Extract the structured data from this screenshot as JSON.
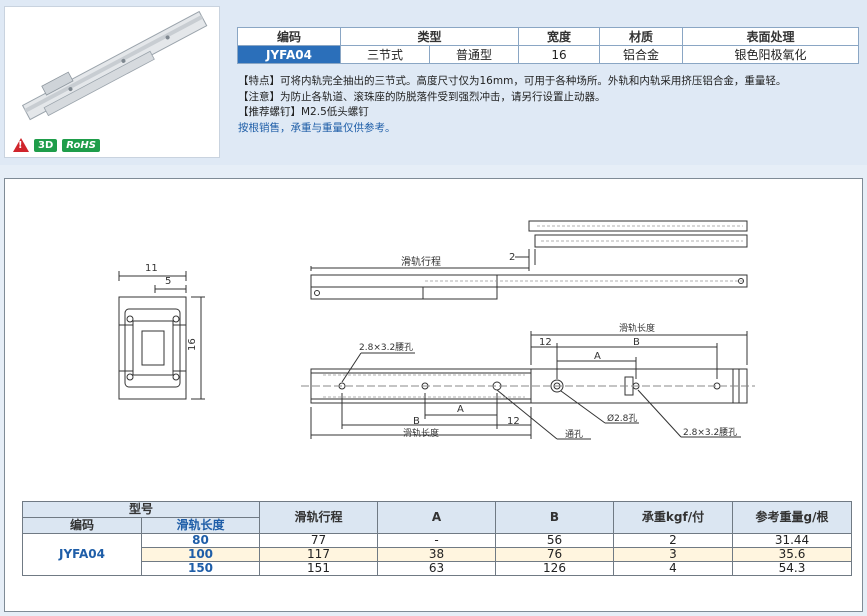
{
  "spec": {
    "headers": {
      "code": "编码",
      "type": "类型",
      "width": "宽度",
      "material": "材质",
      "finish": "表面处理"
    },
    "values": {
      "code": "JYFA04",
      "type1": "三节式",
      "type2": "普通型",
      "width": "16",
      "material": "铝合金",
      "finish": "银色阳极氧化"
    }
  },
  "badges": {
    "warn": "!",
    "three_d": "3D",
    "rohs": "RoHS"
  },
  "notes": {
    "feature": "【特点】可将内轨完全抽出的三节式。高度尺寸仅为16mm，可用于各种场所。外轨和内轨采用挤压铝合金，重量轻。",
    "caution": "【注意】为防止各轨道、滚珠座的防脱落件受到强烈冲击，请另行设置止动器。",
    "screw": "【推荐螺钉】M2.5低头螺钉",
    "sale": "按根销售，承重与重量仅供参考。"
  },
  "drawing": {
    "dim_11": "11",
    "dim_5": "5",
    "dim_16": "16",
    "travel": "滑轨行程",
    "dim_2": "2",
    "slide_len": "滑轨长度",
    "dim_12": "12",
    "dim_b": "B",
    "dim_a": "A",
    "slot": "2.8×3.2腰孔",
    "through": "通孔",
    "hole": "Ø2.8孔",
    "slot2": "2.8×3.2腰孔"
  },
  "table": {
    "headers": {
      "model": "型号",
      "code": "编码",
      "length": "滑轨长度",
      "travel": "滑轨行程",
      "a": "A",
      "b": "B",
      "load": "承重kgf/付",
      "weight": "参考重量g/根"
    },
    "code": "JYFA04",
    "rows": [
      {
        "length": "80",
        "travel": "77",
        "a": "-",
        "b": "56",
        "load": "2",
        "weight": "31.44"
      },
      {
        "length": "100",
        "travel": "117",
        "a": "38",
        "b": "76",
        "load": "3",
        "weight": "35.6"
      },
      {
        "length": "150",
        "travel": "151",
        "a": "63",
        "b": "126",
        "load": "4",
        "weight": "54.3"
      }
    ]
  }
}
